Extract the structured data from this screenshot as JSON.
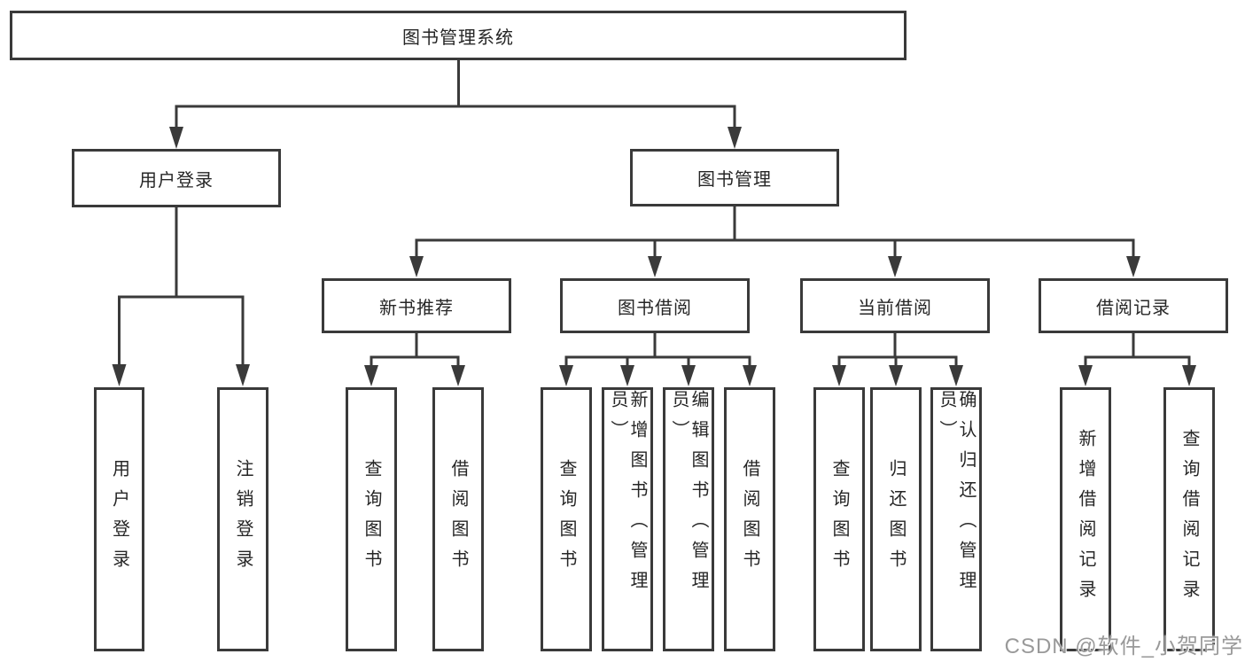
{
  "tree": {
    "root": "图书管理系统",
    "children": [
      {
        "label": "用户登录",
        "children": [
          "用户登录",
          "注销登录"
        ]
      },
      {
        "label": "图书管理",
        "children": [
          {
            "label": "新书推荐",
            "children": [
              "查询图书",
              "借阅图书"
            ]
          },
          {
            "label": "图书借阅",
            "children": [
              "查询图书",
              "新增图书（管理员）",
              "编辑图书（管理员）",
              "借阅图书"
            ]
          },
          {
            "label": "当前借阅",
            "children": [
              "查询图书",
              "归还图书",
              "确认归还（管理员）"
            ]
          },
          {
            "label": "借阅记录",
            "children": [
              "新增借阅记录",
              "查询借阅记录"
            ]
          }
        ]
      }
    ]
  },
  "watermark": {
    "text": "CSDN @软件_小贺同学"
  },
  "colors": {
    "line": "#3a3a3a",
    "box_border": "#3a3a3a",
    "text": "#262626",
    "background": "#ffffff",
    "watermark": "#999999"
  }
}
